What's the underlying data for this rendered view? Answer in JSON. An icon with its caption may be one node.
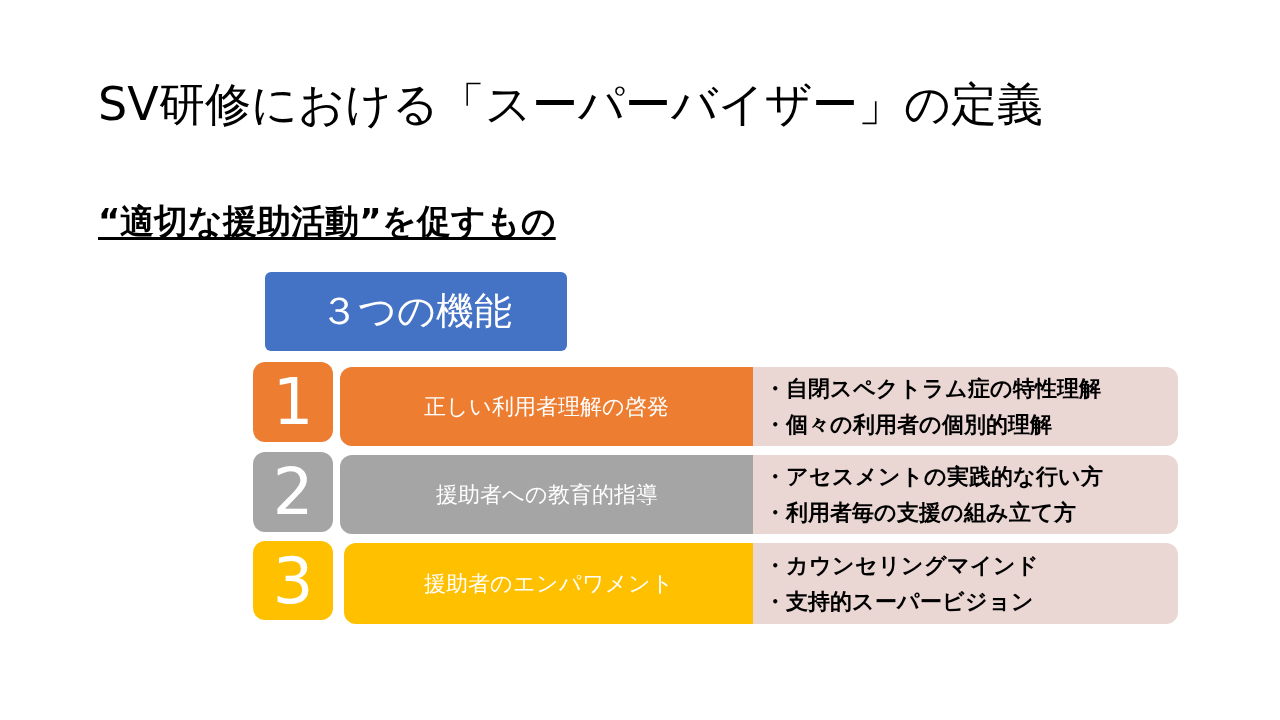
{
  "diagram": {
    "title": "SV研修における「スーパーバイザー」の定義",
    "nodes": [
      {
        "text": [
          "３つの機能"
        ]
      },
      {
        "text": [
          "1"
        ]
      },
      {
        "text": [
          "正しい利用者理解の啓発"
        ]
      },
      {
        "text": [
          "・自閉スペクトラム症の特性理解",
          "・個々の利用者の個別的理解"
        ]
      },
      {
        "text": [
          "2"
        ]
      },
      {
        "text": [
          "援助者への教育的指導"
        ]
      },
      {
        "text": [
          "・アセスメントの実践的な行い方",
          "・利用者毎の支援の組み立て方"
        ]
      },
      {
        "text": [
          "3"
        ]
      },
      {
        "text": [
          "援助者のエンパワメント"
        ]
      },
      {
        "text": [
          "・カウンセリングマインド",
          "・支持的スーパービジョン"
        ]
      }
    ],
    "edges": [],
    "labels": [
      "“適切な援助活動”を促すもの"
    ]
  }
}
